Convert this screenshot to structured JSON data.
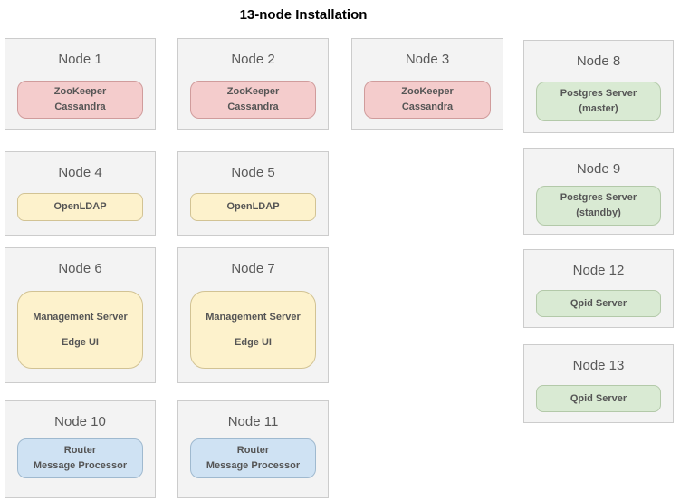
{
  "title": "13-node Installation",
  "colors": {
    "pink_fill": "#f4cccc",
    "pink_border": "#d09c9c",
    "yellow_fill": "#fdf2cc",
    "yellow_border": "#d2c394",
    "green_fill": "#d9ead3",
    "green_border": "#b3c9a9",
    "blue_fill": "#cfe2f3",
    "blue_border": "#9fb9cf",
    "card_fill": "#f3f3f3",
    "card_border": "#cccccc",
    "heading_color": "#595959",
    "comp_text": "#555555",
    "title_color": "#000000"
  },
  "nodes": [
    {
      "label": "Node 1",
      "components": [
        "ZooKeeper",
        "Cassandra"
      ]
    },
    {
      "label": "Node 2",
      "components": [
        "ZooKeeper",
        "Cassandra"
      ]
    },
    {
      "label": "Node 3",
      "components": [
        "ZooKeeper",
        "Cassandra"
      ]
    },
    {
      "label": "Node 8",
      "components": [
        "Postgres Server",
        "(master)"
      ]
    },
    {
      "label": "Node 4",
      "components": [
        "OpenLDAP"
      ]
    },
    {
      "label": "Node 5",
      "components": [
        "OpenLDAP"
      ]
    },
    {
      "label": "Node 9",
      "components": [
        "Postgres Server",
        "(standby)"
      ]
    },
    {
      "label": "Node 6",
      "components": [
        "Management Server",
        "Edge UI"
      ]
    },
    {
      "label": "Node 7",
      "components": [
        "Management Server",
        "Edge UI"
      ]
    },
    {
      "label": "Node 12",
      "components": [
        "Qpid Server"
      ]
    },
    {
      "label": "Node 13",
      "components": [
        "Qpid Server"
      ]
    },
    {
      "label": "Node 10",
      "components": [
        "Router",
        "Message Processor"
      ]
    },
    {
      "label": "Node 11",
      "components": [
        "Router",
        "Message Processor"
      ]
    }
  ]
}
